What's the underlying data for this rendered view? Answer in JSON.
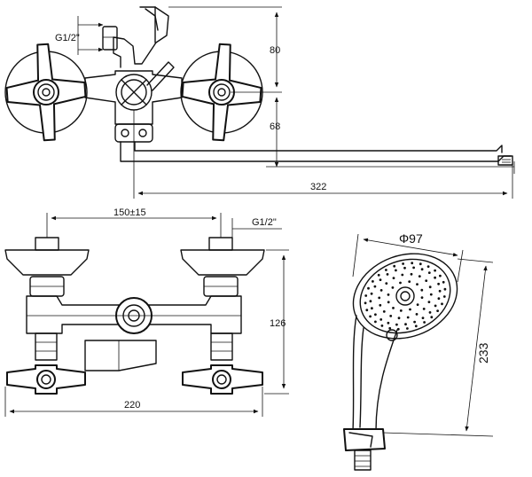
{
  "top_view": {
    "thread_label": "G1/2\"",
    "dim_80": "80",
    "dim_68": "68",
    "dim_322": "322"
  },
  "front_view": {
    "dim_150": "150±15",
    "thread_label": "G1/2\"",
    "dim_126": "126",
    "dim_220": "220"
  },
  "shower_head": {
    "dim_diameter": "Φ97",
    "dim_233": "233"
  }
}
